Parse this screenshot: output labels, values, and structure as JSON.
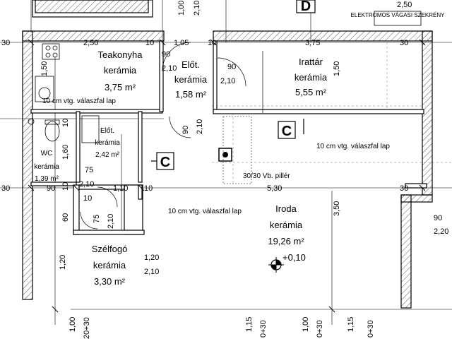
{
  "rooms": {
    "teakonyha": {
      "name": "Teakonyha",
      "floor": "kerámia",
      "area": "3,75 m²"
    },
    "eloter1": {
      "name": "Előt.",
      "floor": "kerámia",
      "area": "1,58 m²"
    },
    "irattar": {
      "name": "Irattár",
      "floor": "kerámia",
      "area": "5,55 m²"
    },
    "eloter2": {
      "name": "Előt.",
      "floor": "kerámia",
      "area": "2,42 m²"
    },
    "wc": {
      "name": "WC",
      "floor": "kerámia",
      "area": "1,39 m²"
    },
    "iroda": {
      "name": "Iroda",
      "floor": "kerámia",
      "area": "19,26 m²"
    },
    "szelfogo": {
      "name": "Szélfogó",
      "floor": "kerámia",
      "area": "3,30 m²"
    }
  },
  "notes": {
    "partition": "10 cm vtg. válaszfal lap",
    "pillar": "30/30 Vb. pillér",
    "level": "+0,10",
    "electric_box": "ELEKTROMOS VÁGASI SZEKRÉNY"
  },
  "section_marks": {
    "d": "D",
    "c": "C"
  },
  "dimensions": {
    "d_2_50_top": "2,50",
    "d_2_50": "2,50",
    "d_10": "10",
    "d_1_05": "1,05",
    "d_3_75": "3,75",
    "d_30": "30",
    "d_90": "90",
    "d_2_10": "2,10",
    "d_1_50": "1,50",
    "d_1_00": "1,00",
    "d_1_60": "1,60",
    "d_75": "75",
    "d_1_10": "1,10",
    "d_5_30": "5,30",
    "d_3_50": "3,50",
    "d_60": "60",
    "d_1_20": "1,20",
    "d_1_15": "1,15",
    "d_0_30": "0+30",
    "d_20_30": "20+30",
    "d_2_20": "2,20"
  }
}
